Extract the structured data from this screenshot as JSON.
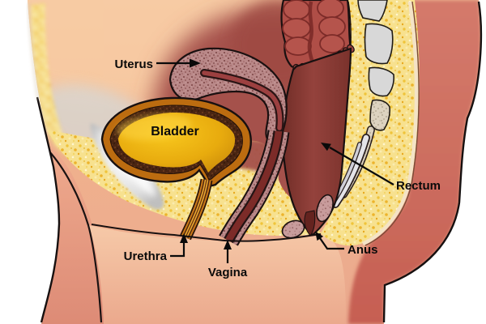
{
  "diagram": {
    "labels": {
      "uterus": "Uterus",
      "bladder": "Bladder",
      "rectum": "Rectum",
      "urethra": "Urethra",
      "vagina": "Vagina",
      "anus": "Anus"
    },
    "colors": {
      "background": "#ffffff",
      "skin_front": "#f0b28c",
      "skin_back": "#cd6f62",
      "perineum_skin": "#f3c5a4",
      "fat": "#f7e18f",
      "fascia_gray": "#d9d6d0",
      "pubic_bone": "#e9e9e9",
      "bladder_interior": "#f2bb07",
      "bladder_wall_orange": "#bc6c10",
      "bladder_wall_dark": "#4a2512",
      "uterus_tissue": "#b98888",
      "uterine_cavity": "#8f3b38",
      "vagina_lumen": "#7c2b28",
      "urethra_orange": "#c97818",
      "rectum": "#8c3a36",
      "colon": "#af4e47",
      "mauve_background": "#a5514b",
      "bone_gray": "#d8d8d8",
      "label_text": "#0a0a0a",
      "arrow": "#0a0a0a"
    }
  }
}
